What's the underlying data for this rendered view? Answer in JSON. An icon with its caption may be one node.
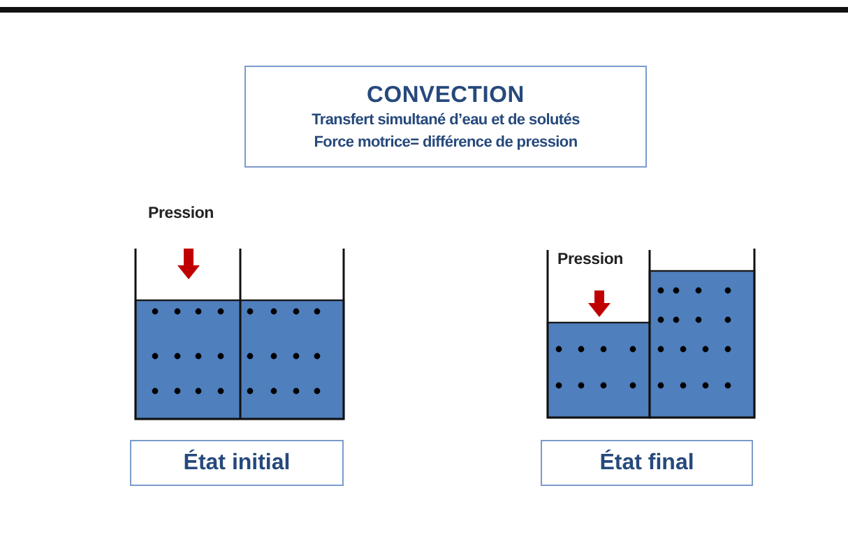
{
  "diagram": {
    "nodes": [
      {
        "text": [
          "CONVECTION",
          "Transfert simultané d’eau et de solutés",
          "Force motrice= différence de pression"
        ]
      },
      {
        "text": [
          "État initial"
        ]
      },
      {
        "text": [
          "État final"
        ]
      }
    ],
    "labels": [
      "Pression",
      "Pression"
    ]
  }
}
